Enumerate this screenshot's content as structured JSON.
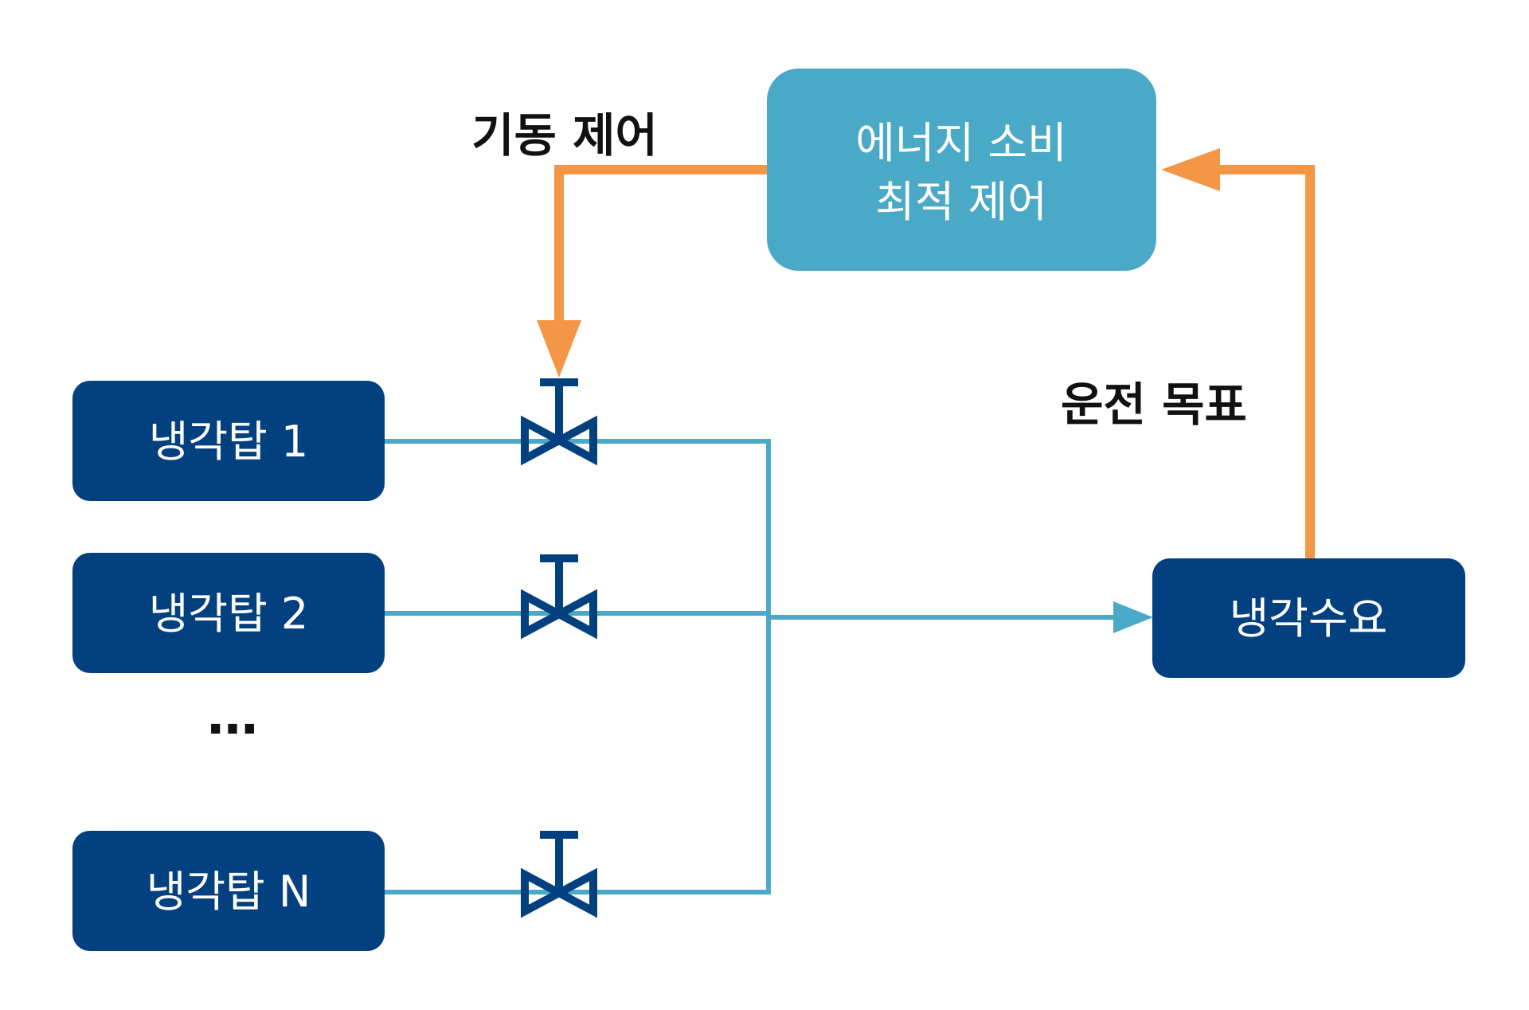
{
  "colors": {
    "tower_box": "#03407f",
    "controller_box": "#4aa9c6",
    "pipe": "#4aa9c6",
    "control_line": "#f39646",
    "valve": "#03407f",
    "text_dark": "#111111",
    "text_light": "#ffffff"
  },
  "nodes": {
    "tower_1": "냉각탑 1",
    "tower_2": "냉각탑 2",
    "tower_n": "냉각탑 N",
    "demand": "냉각수요",
    "controller_line1": "에너지 소비",
    "controller_line2": "최적 제어"
  },
  "labels": {
    "start_control": "기동 제어",
    "operation_target": "운전 목표",
    "ellipsis": "…"
  },
  "icons": {
    "valve": "valve-icon",
    "arrow": "arrowhead-icon"
  }
}
